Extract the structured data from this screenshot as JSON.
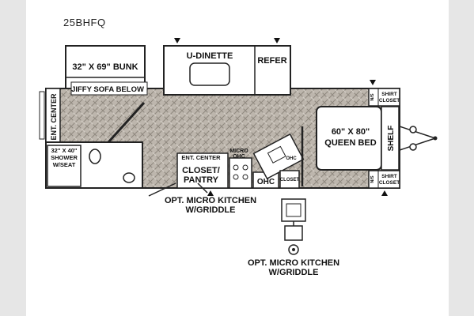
{
  "model": "25BHFQ",
  "labels": {
    "bunk": "32\" X 69\" BUNK",
    "sofa": "JIFFY SOFA BELOW",
    "dinette": "U-DINETTE",
    "refer": "REFER",
    "ent_center_left": "ENT. CENTER",
    "shower_1": "32\" X 40\"",
    "shower_2": "SHOWER",
    "shower_3": "W/SEAT",
    "ent_center_mid": "ENT. CENTER",
    "closet_1": "CLOSET/",
    "closet_2": "PANTRY",
    "micro_1": "MICRO",
    "micro_2": "OHC",
    "ohc": "OHC",
    "ohc_small": "OHC",
    "closet_small": "CLOSET",
    "bed_1": "60\" X 80\"",
    "bed_2": "QUEEN BED",
    "shelf": "SHELF",
    "ns_top": "N/S",
    "ns_bottom": "N/S",
    "shirt_top_1": "SHIRT",
    "shirt_top_2": "CLOSET",
    "shirt_bot_1": "SHIRT",
    "shirt_bot_2": "CLOSET"
  },
  "captions": {
    "opt_kitchen_1": "OPT. MICRO KITCHEN\nW/GRIDDLE",
    "opt_kitchen_2": "OPT. MICRO KITCHEN\nW/GRIDDLE"
  },
  "colors": {
    "floor": "#b8b1a8",
    "wall": "#222222",
    "background": "#e6e6e6"
  }
}
